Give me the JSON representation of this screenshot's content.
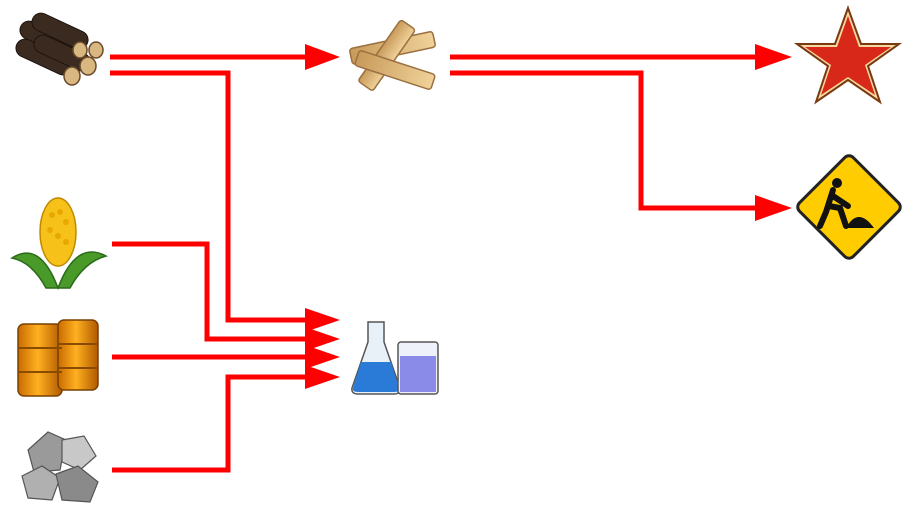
{
  "colors": {
    "arrow": "#ff0000",
    "background": "#ffffff"
  },
  "nodes": [
    {
      "id": "logs",
      "icon": "logs-icon"
    },
    {
      "id": "planks",
      "icon": "planks-icon"
    },
    {
      "id": "corn",
      "icon": "corn-icon"
    },
    {
      "id": "oil-barrels",
      "icon": "oil-barrels-icon"
    },
    {
      "id": "stone",
      "icon": "stone-icon"
    },
    {
      "id": "chemistry",
      "icon": "chemistry-flask-icon"
    },
    {
      "id": "military-star",
      "icon": "red-star-icon"
    },
    {
      "id": "construction",
      "icon": "construction-sign-icon"
    }
  ],
  "edges": [
    {
      "from": "logs",
      "to": "planks"
    },
    {
      "from": "logs",
      "to": "chemistry"
    },
    {
      "from": "corn",
      "to": "chemistry"
    },
    {
      "from": "oil-barrels",
      "to": "chemistry"
    },
    {
      "from": "stone",
      "to": "chemistry"
    },
    {
      "from": "planks",
      "to": "military-star"
    },
    {
      "from": "planks",
      "to": "construction"
    }
  ]
}
